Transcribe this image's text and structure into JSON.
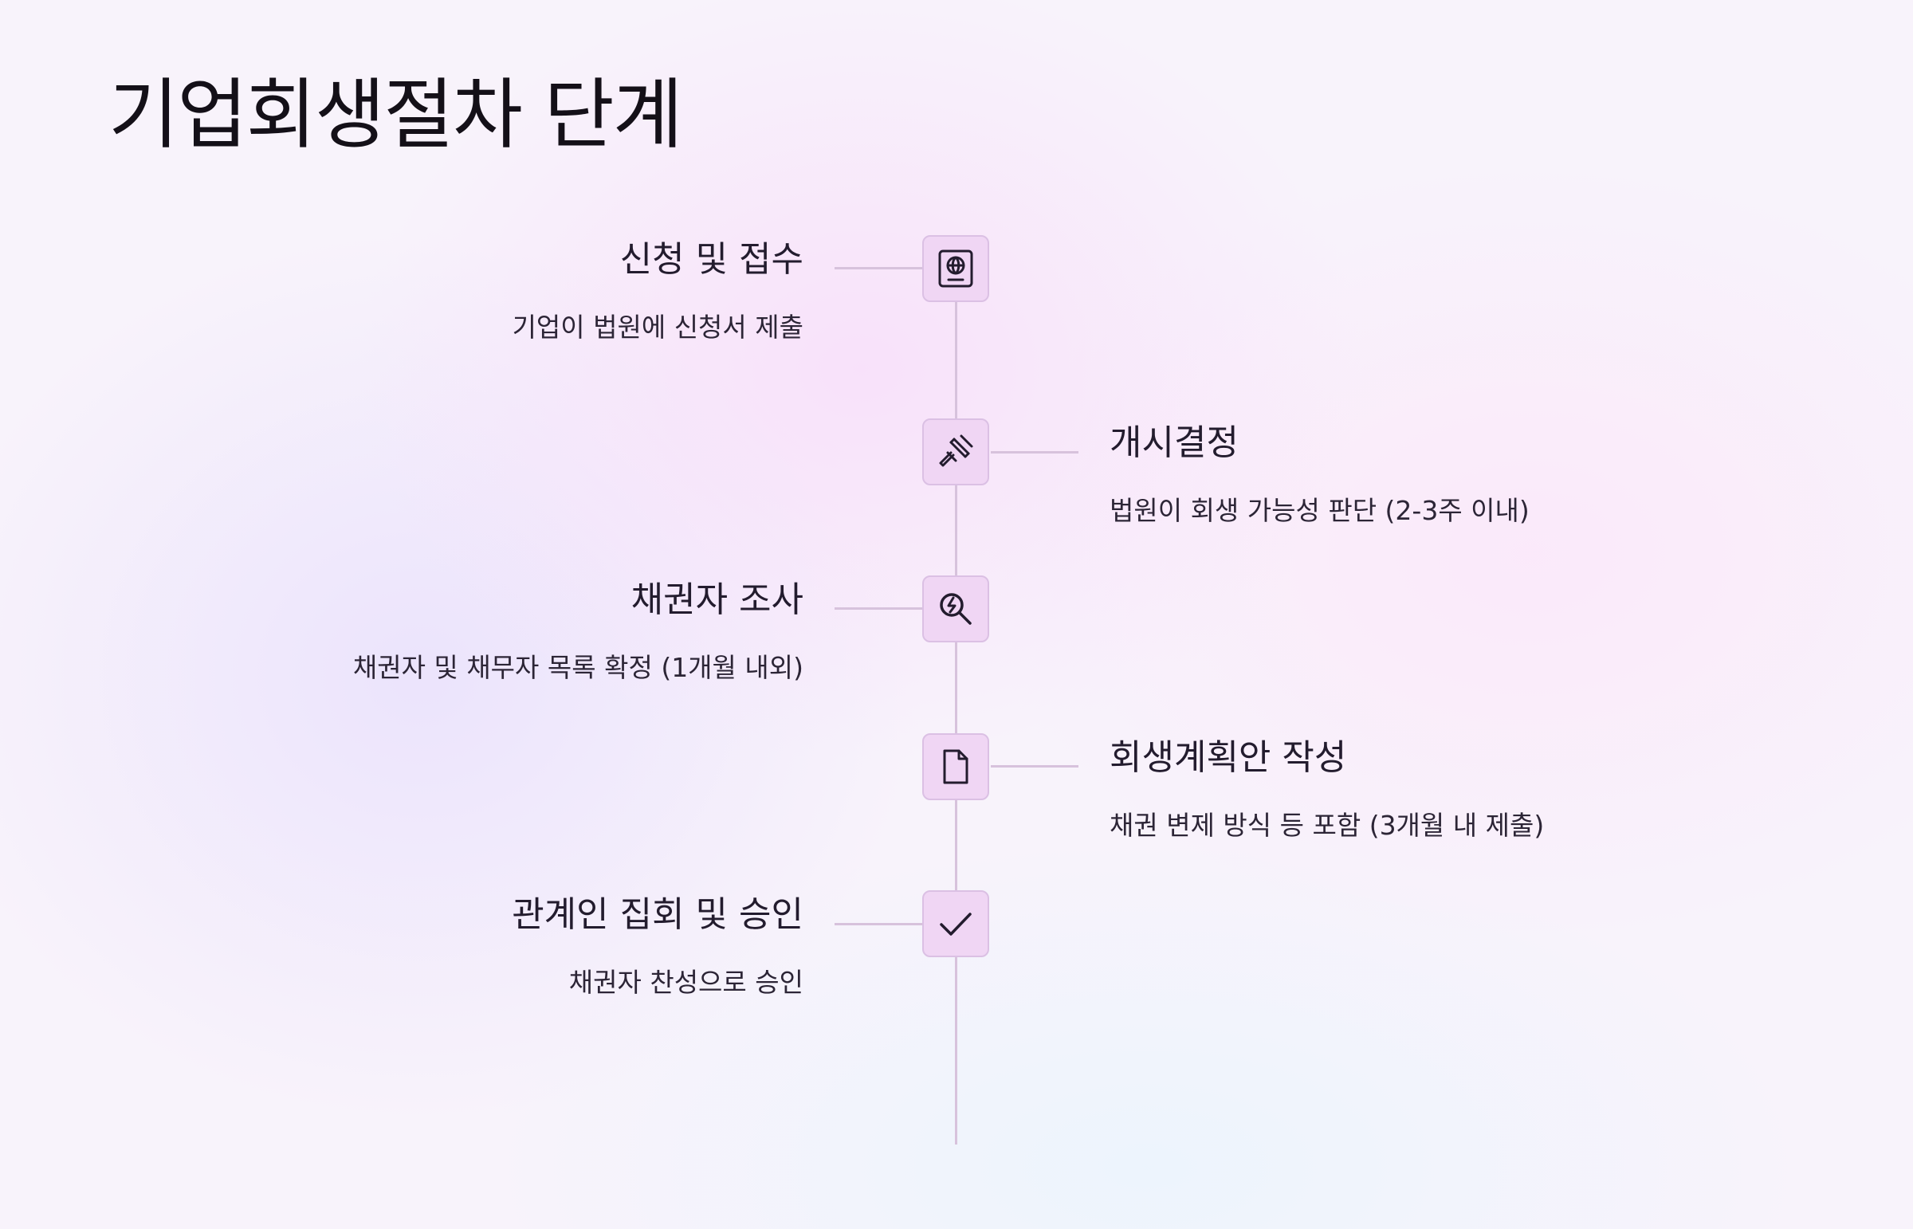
{
  "page": {
    "title": "기업회생절차 단계"
  },
  "steps": [
    {
      "title": "신청 및 접수",
      "description": "기업이 법원에 신청서 제출",
      "icon": "passport-icon",
      "side": "left"
    },
    {
      "title": "개시결정",
      "description": "법원이 회생 가능성 판단 (2-3주 이내)",
      "icon": "gavel-icon",
      "side": "right"
    },
    {
      "title": "채권자 조사",
      "description": "채권자 및 채무자 목록 확정 (1개월 내외)",
      "icon": "search-bolt-icon",
      "side": "left"
    },
    {
      "title": "회생계획안 작성",
      "description": "채권 변제 방식 등 포함 (3개월 내 제출)",
      "icon": "document-icon",
      "side": "right"
    },
    {
      "title": "관계인 집회 및 승인",
      "description": "채권자 찬성으로 승인",
      "icon": "check-icon",
      "side": "left"
    }
  ],
  "colors": {
    "icon_background": "#f0d6f4",
    "icon_border": "#dbc0e4",
    "line": "#d7c2dc",
    "text": "#231c2e"
  }
}
